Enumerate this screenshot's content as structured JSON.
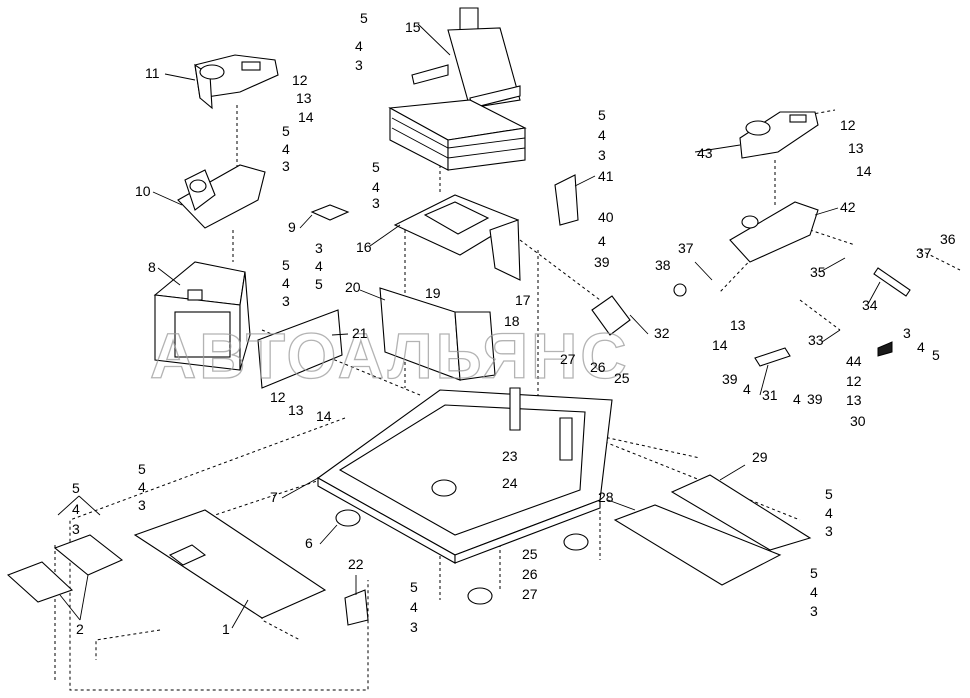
{
  "watermark": "АВТОАЛЬЯНС",
  "callouts": [
    {
      "n": "1"
    },
    {
      "n": "2"
    },
    {
      "n": "3"
    },
    {
      "n": "4"
    },
    {
      "n": "5"
    },
    {
      "n": "6"
    },
    {
      "n": "7"
    },
    {
      "n": "8"
    },
    {
      "n": "9"
    },
    {
      "n": "10"
    },
    {
      "n": "11"
    },
    {
      "n": "12"
    },
    {
      "n": "13"
    },
    {
      "n": "14"
    },
    {
      "n": "15"
    },
    {
      "n": "16"
    },
    {
      "n": "17"
    },
    {
      "n": "18"
    },
    {
      "n": "19"
    },
    {
      "n": "20"
    },
    {
      "n": "21"
    },
    {
      "n": "22"
    },
    {
      "n": "23"
    },
    {
      "n": "24"
    },
    {
      "n": "25"
    },
    {
      "n": "26"
    },
    {
      "n": "27"
    },
    {
      "n": "28"
    },
    {
      "n": "29"
    },
    {
      "n": "30"
    },
    {
      "n": "31"
    },
    {
      "n": "32"
    },
    {
      "n": "33"
    },
    {
      "n": "34"
    },
    {
      "n": "35"
    },
    {
      "n": "36"
    },
    {
      "n": "37"
    },
    {
      "n": "38"
    },
    {
      "n": "39"
    },
    {
      "n": "40"
    },
    {
      "n": "41"
    },
    {
      "n": "42"
    },
    {
      "n": "43"
    },
    {
      "n": "44"
    }
  ]
}
